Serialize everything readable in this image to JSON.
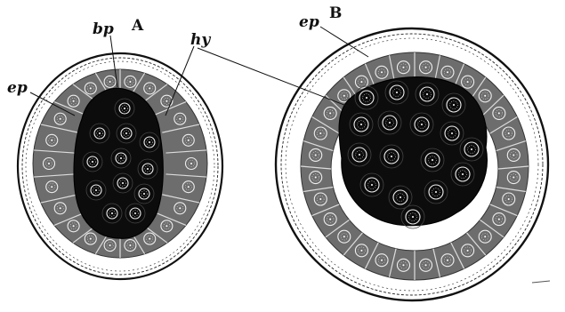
{
  "figure": {
    "panels": [
      {
        "letter": "A",
        "labels": {
          "bp": "bp",
          "hy": "hy",
          "ep": "ep"
        }
      },
      {
        "letter": "B",
        "labels": {
          "ep": "ep"
        }
      }
    ]
  },
  "colors": {
    "ink": "#111111",
    "epithelium": "#6d6d6d",
    "hypoblast": "#0c0c0c",
    "paper": "#ffffff"
  }
}
